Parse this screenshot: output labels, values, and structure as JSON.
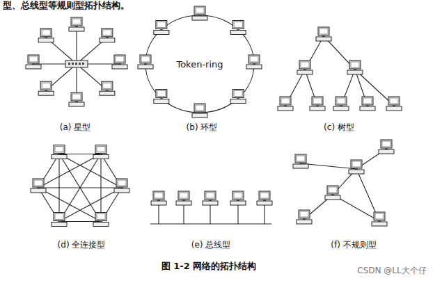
{
  "diagram": {
    "caption": "图 1-2 网络的拓扑结构",
    "labels": [
      "型、总线型等规则型拓扑结构。",
      "(a) 星型",
      "(b) 环型",
      "Token-ring",
      "(c) 树型",
      "(d) 全连接型",
      "(e) 总线型",
      "(f) 不规则型",
      "CSDN @LL大个仔"
    ]
  }
}
